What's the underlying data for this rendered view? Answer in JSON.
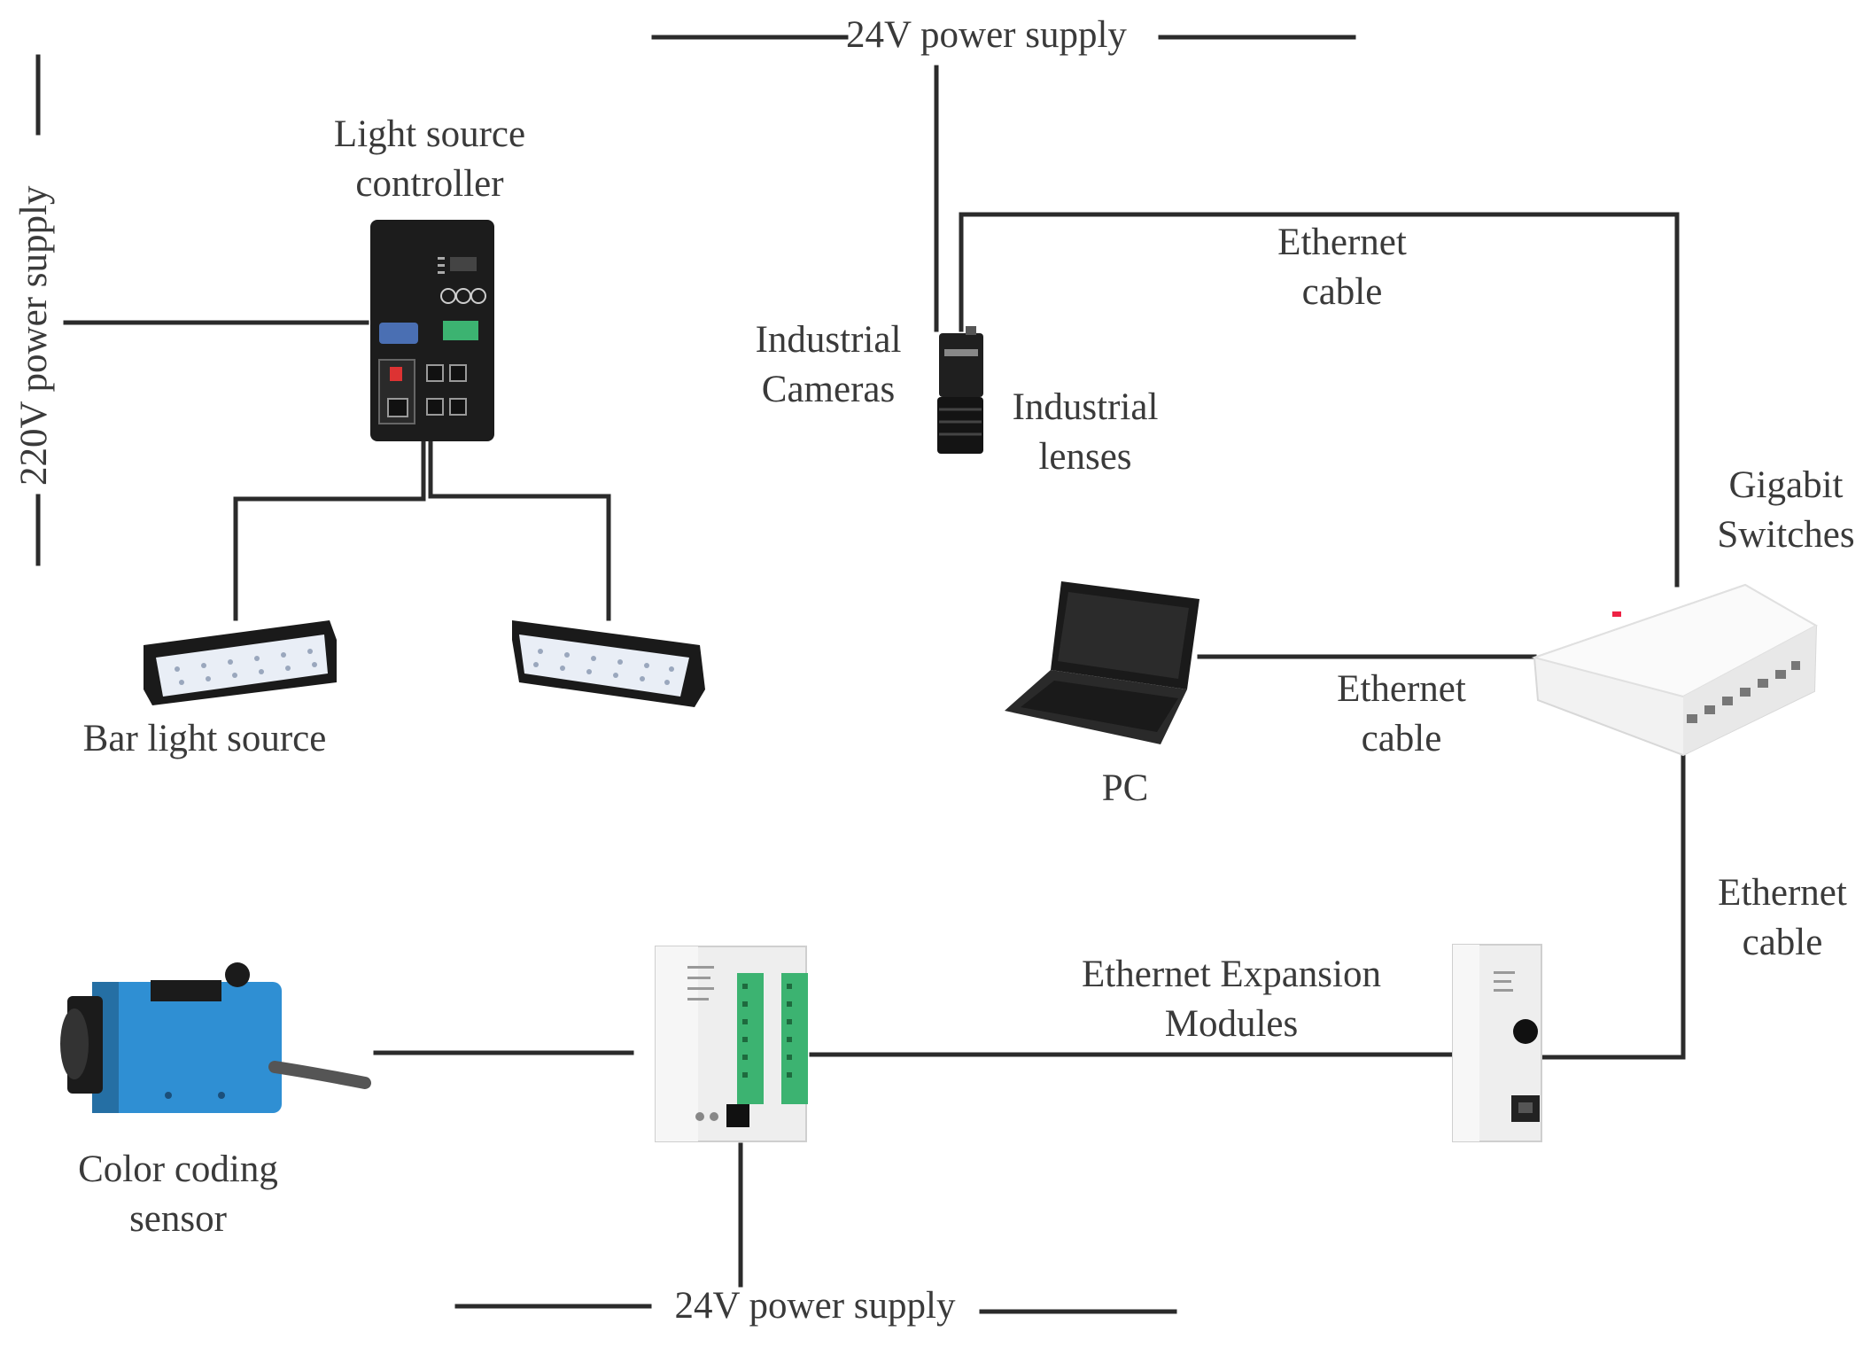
{
  "labels": {
    "power_top": "24V power supply",
    "power_left": "220V power supply",
    "power_bottom": "24V power supply",
    "light_controller": [
      "Light source",
      "controller"
    ],
    "bar_light": "Bar light source",
    "industrial_cameras": [
      "Industrial",
      "Cameras"
    ],
    "industrial_lenses": [
      "Industrial",
      "lenses"
    ],
    "ethernet_cable_top": [
      "Ethernet",
      "cable"
    ],
    "gigabit_switches": [
      "Gigabit",
      "Switches"
    ],
    "pc": "PC",
    "ethernet_cable_mid": [
      "Ethernet",
      "cable"
    ],
    "ethernet_cable_right": [
      "Ethernet",
      "cable"
    ],
    "ethernet_expansion": [
      "Ethernet Expansion",
      "Modules"
    ],
    "color_sensor": [
      "Color coding",
      "sensor"
    ]
  },
  "colors": {
    "wire": "#2b2b2b",
    "device_dark": "#1c1c1c",
    "sensor_blue": "#2f8fd3",
    "plc_green": "#3cb371",
    "switch_white": "#f2f2f2"
  }
}
